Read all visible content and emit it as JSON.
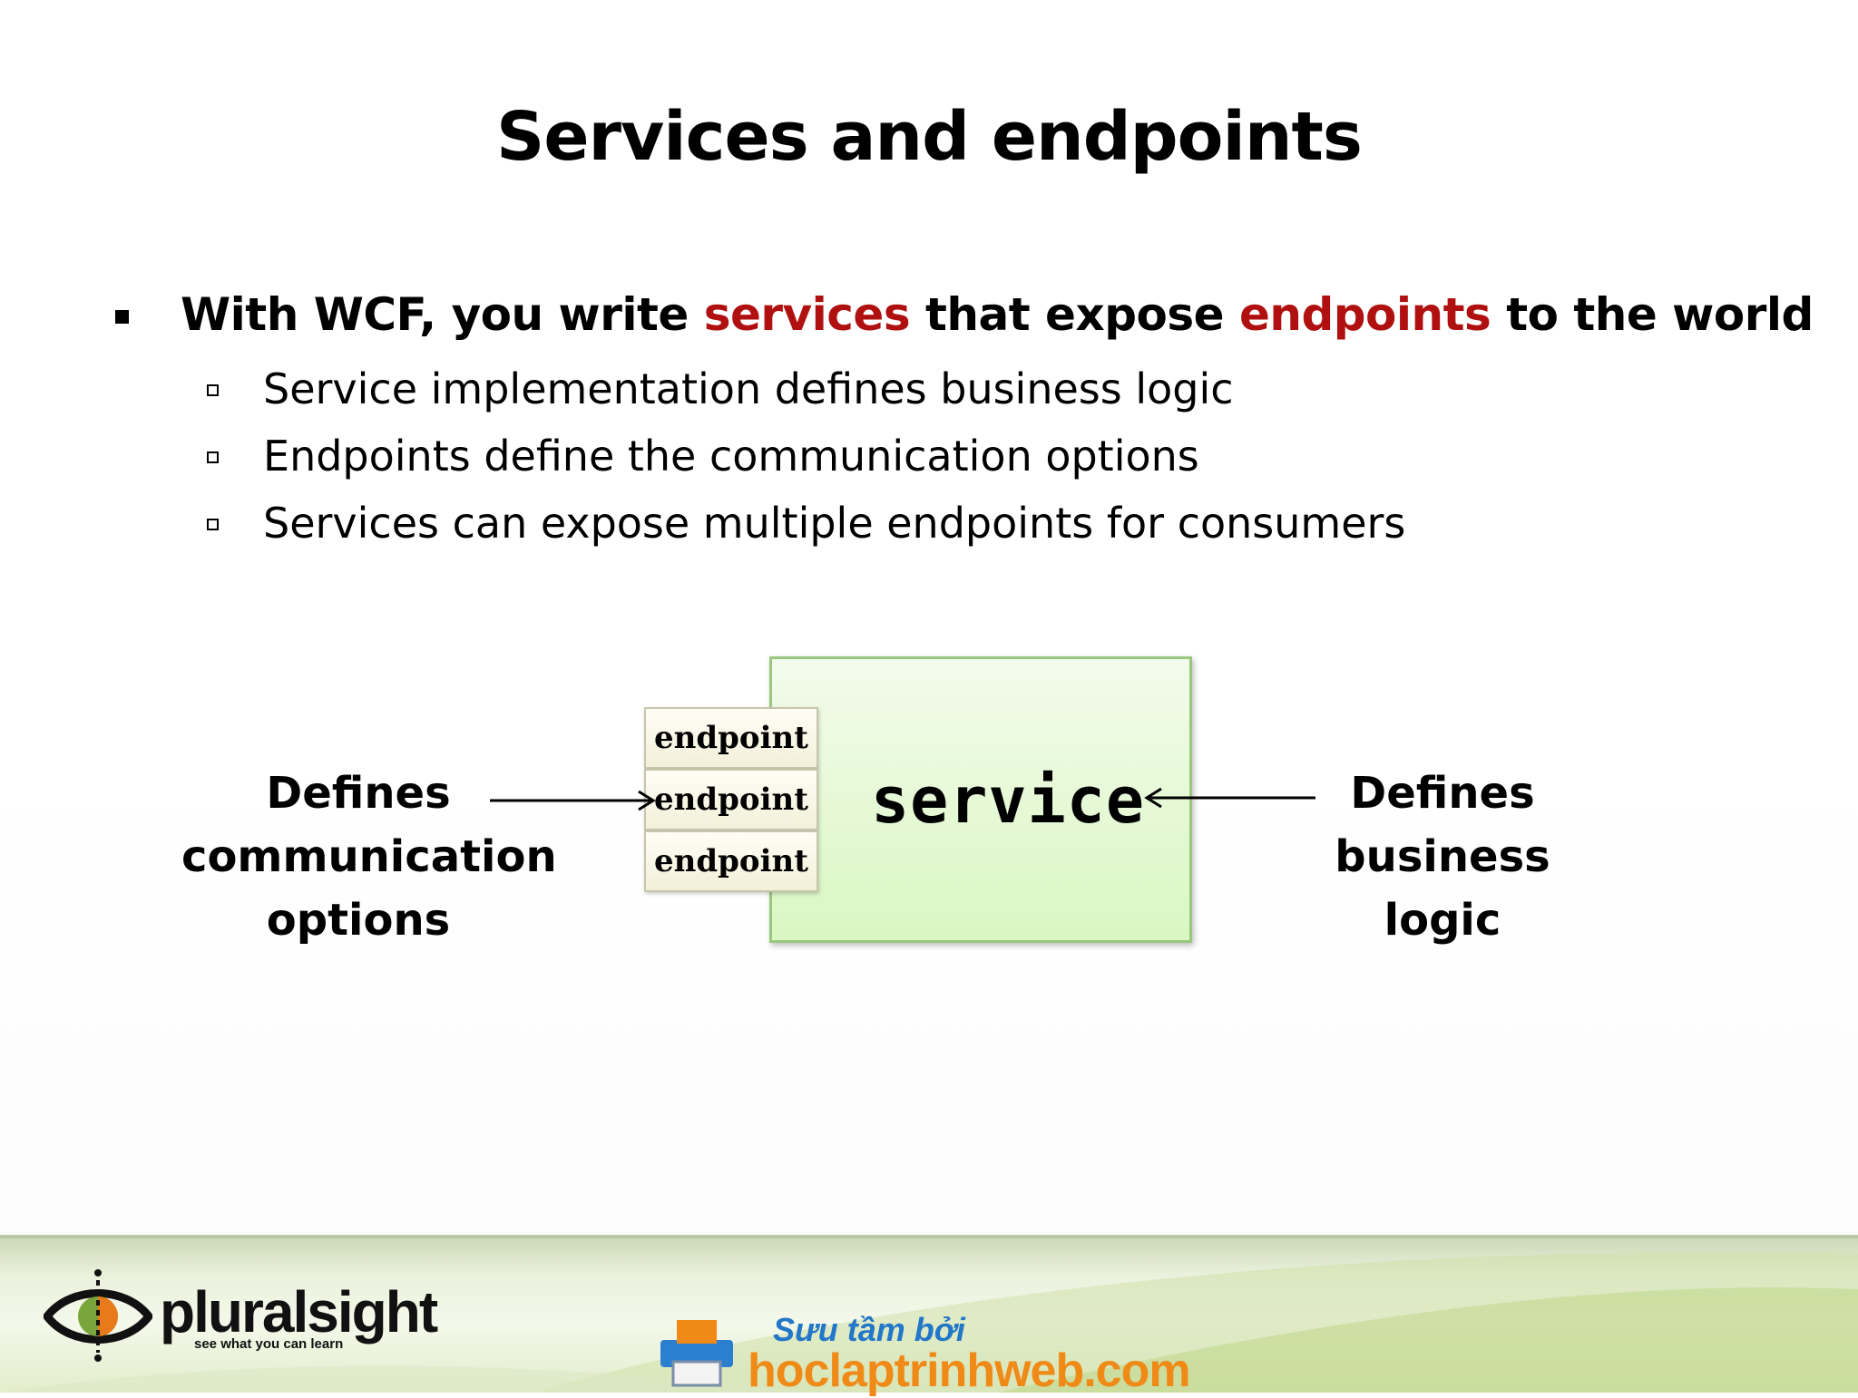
{
  "slide": {
    "title": "Services and endpoints",
    "main_bullet": {
      "prefix": "With WCF, you write ",
      "highlight1": "services",
      "middle": " that expose ",
      "highlight2": "endpoints",
      "suffix": " to the world"
    },
    "sub_bullets": [
      "Service implementation defines business logic",
      "Endpoints define the communication options",
      "Services can expose multiple endpoints for consumers"
    ],
    "highlight_color": "#b01010"
  },
  "diagram": {
    "left_label_lines": [
      "Defines",
      "communication",
      "options"
    ],
    "right_label_lines": [
      "Defines",
      "business logic"
    ],
    "endpoints": [
      "endpoint",
      "endpoint",
      "endpoint"
    ],
    "service_label": "service",
    "service_fill": "#d9f7c2",
    "endpoint_fill": "#f7f5e3"
  },
  "footer": {
    "logo_name": "pluralsight",
    "logo_tagline": "see what you can learn",
    "logo_icon": "eye-icon",
    "credit_label": "Sưu tầm bởi",
    "credit_site": "hoclaptrinhweb.com",
    "credit_icon": "printer-icon"
  }
}
